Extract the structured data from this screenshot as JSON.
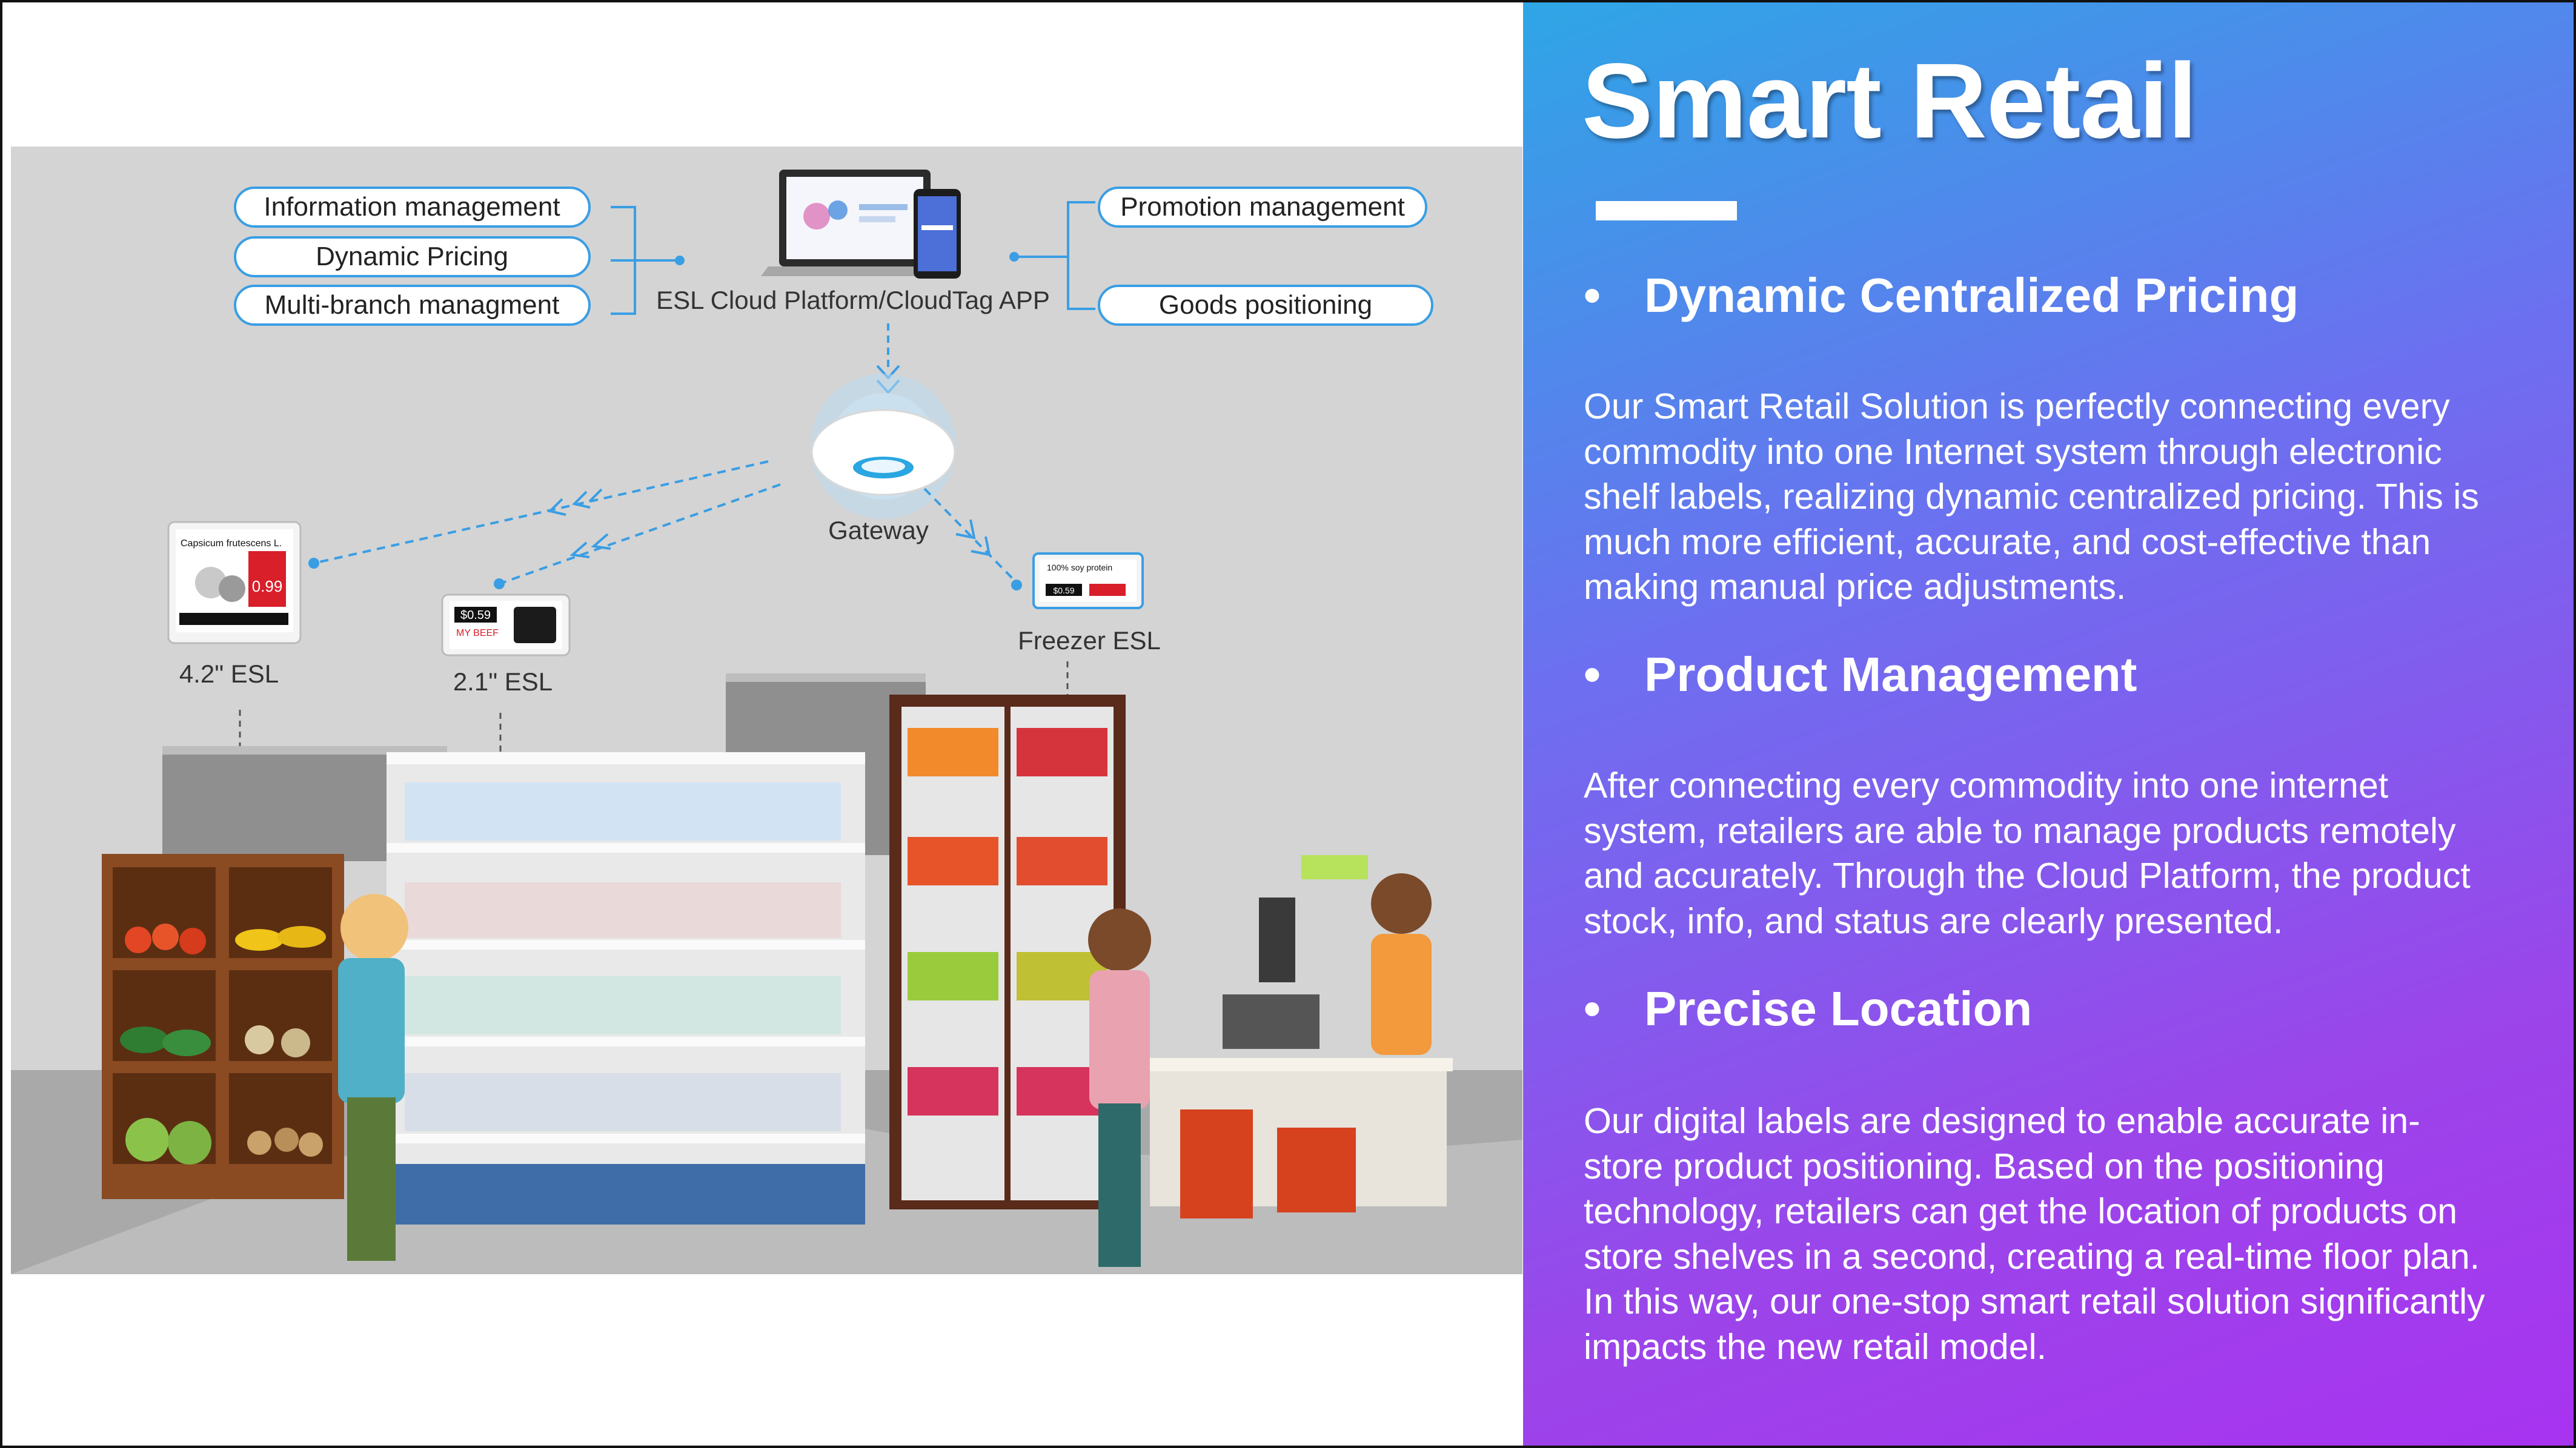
{
  "panel": {
    "title": "Smart Retail",
    "sections": [
      {
        "bullet": "•",
        "heading": "Dynamic Centralized Pricing",
        "lines": [
          "Our Smart Retail Solution is perfectly connecting every",
          "commodity into one Internet system through electronic",
          "shelf labels, realizing dynamic centralized pricing. This is",
          "much more efficient, accurate, and cost-effective than",
          "making manual price adjustments."
        ]
      },
      {
        "bullet": "•",
        "heading": "Product Management",
        "lines": [
          "After connecting every commodity into one internet",
          "system, retailers are able to manage products remotely",
          "and accurately. Through the Cloud Platform, the product",
          "stock, info, and status are clearly presented."
        ]
      },
      {
        "bullet": "•",
        "heading": "Precise Location",
        "lines": [
          "Our digital labels are designed to enable accurate in-",
          "store product positioning. Based on the positioning",
          "technology, retailers can get the location of products on",
          "store shelves in a second, creating a real-time floor plan.",
          "In this way, our one-stop smart retail solution significantly",
          "impacts the new retail model."
        ]
      }
    ]
  },
  "diagram": {
    "left_features": [
      "Information management",
      "Dynamic Pricing",
      "Multi-branch managment"
    ],
    "right_features": [
      "Promotion management",
      "Goods positioning"
    ],
    "platform_label": "ESL Cloud Platform/CloudTag APP",
    "gateway_label": "Gateway",
    "esl_labels": [
      "4.2\" ESL",
      "2.1\" ESL",
      "Freezer ESL"
    ],
    "tag_texts": {
      "large_name": "Capsicum frutescens L.",
      "large_price": "0.99",
      "small_price": "$0.59",
      "small_brand": "MY BEEF",
      "freezer_text": "100% soy protein",
      "freezer_price": "$0.59"
    },
    "colors": {
      "link": "#3a9ee4",
      "pill_border": "#3a9ee4",
      "background": "#d3d3d3"
    }
  }
}
